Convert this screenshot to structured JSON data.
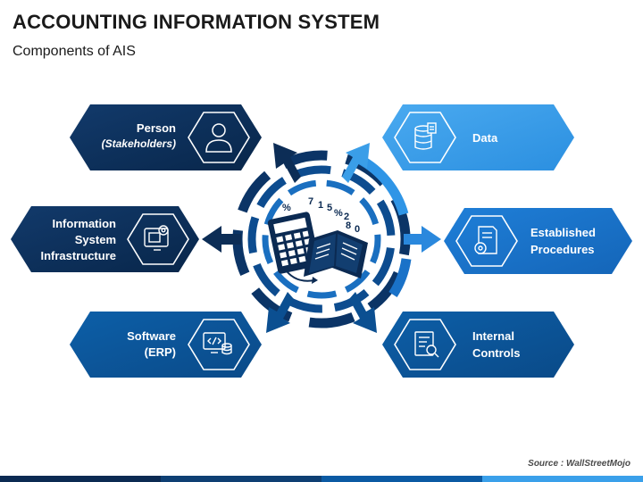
{
  "title": "ACCOUNTING INFORMATION SYSTEM",
  "subtitle": "Components of AIS",
  "source": "Source : WallStreetMojo",
  "colors": {
    "dark_navy": "#0b2a52",
    "navy": "#0e3f73",
    "blue": "#0b5aa3",
    "light_blue": "#2a8ee0",
    "sky_blue": "#3aa0ea"
  },
  "components": [
    {
      "line1": "Person",
      "line2": "(Stakeholders)",
      "icon": "person-icon"
    },
    {
      "line1": "Information",
      "line2": "System",
      "line3": "Infrastructure",
      "icon": "hardware-icon"
    },
    {
      "line1": "Software",
      "line2": "(ERP)",
      "icon": "code-database-icon"
    },
    {
      "line1": "Data",
      "icon": "database-icon"
    },
    {
      "line1": "Established",
      "line2": "Procedures",
      "icon": "document-gear-icon"
    },
    {
      "line1": "Internal",
      "line2": "Controls",
      "icon": "report-search-icon"
    }
  ],
  "center": {
    "icon": "calculator-book-icon",
    "glyphs": [
      "%",
      "7",
      "1",
      "5",
      "%",
      "2",
      "8",
      "0"
    ]
  }
}
